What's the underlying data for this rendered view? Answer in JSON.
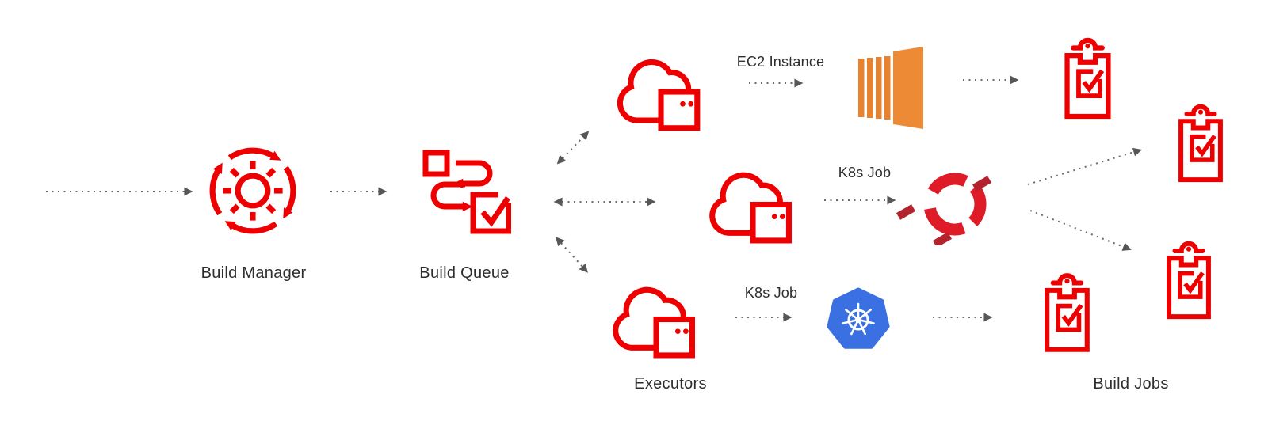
{
  "diagram": {
    "nodes": {
      "build_manager": {
        "label": "Build Manager",
        "icon": "automation-cycle-gear-icon",
        "color": "#EE0000"
      },
      "build_queue": {
        "label": "Build Queue",
        "icon": "task-queue-icon",
        "color": "#EE0000"
      },
      "executor_top": {
        "icon": "cloud-instance-icon",
        "color": "#EE0000"
      },
      "executor_middle": {
        "icon": "cloud-instance-icon",
        "color": "#EE0000"
      },
      "executor_bottom": {
        "icon": "cloud-instance-icon",
        "color": "#EE0000"
      },
      "aws_ec2": {
        "icon": "aws-ec2-icon",
        "color": "#E9822E"
      },
      "openshift": {
        "icon": "openshift-logo-icon",
        "color": "#DE1B27"
      },
      "kubernetes": {
        "icon": "kubernetes-logo-icon",
        "color": "#3B70E2"
      },
      "build_job_top": {
        "icon": "clipboard-check-icon",
        "color": "#EE0000"
      },
      "build_job_right_upper": {
        "icon": "clipboard-check-icon",
        "color": "#EE0000"
      },
      "build_job_right_lower": {
        "icon": "clipboard-check-icon",
        "color": "#EE0000"
      },
      "build_job_bottom": {
        "icon": "clipboard-check-icon",
        "color": "#EE0000"
      }
    },
    "edge_labels": {
      "ec2_instance": "EC2 Instance",
      "k8s_job_middle": "K8s Job",
      "k8s_job_bottom": "K8s Job"
    },
    "group_labels": {
      "executors": "Executors",
      "build_jobs": "Build Jobs"
    },
    "colors": {
      "brand_red": "#EE0000",
      "aws_orange": "#E9822E",
      "openshift_red": "#DE1B27",
      "openshift_dark_red": "#B2232E",
      "kubernetes_blue": "#3B70E2",
      "arrow_gray": "#6B6B6B",
      "arrowhead_gray": "#575757",
      "text": "#2E2E2E",
      "background": "#FFFFFF"
    }
  }
}
